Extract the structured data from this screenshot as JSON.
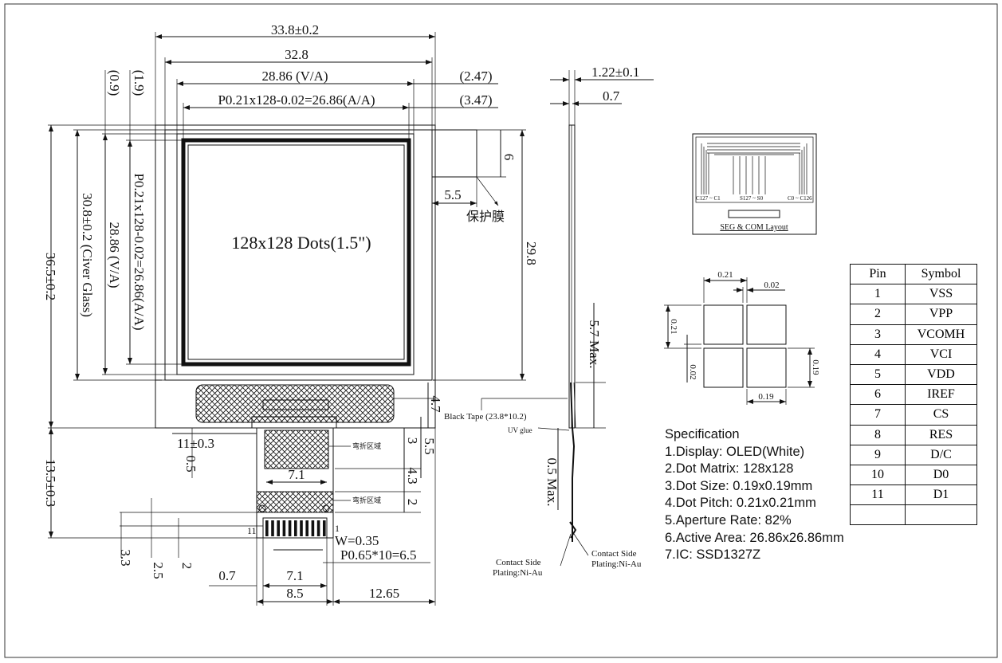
{
  "drawing": {
    "dims": {
      "w_total": "33.8±0.2",
      "w_glass": "32.8",
      "w_va": "28.86 (V/A)",
      "w_aa": "P0.21x128-0.02=26.86(A/A)",
      "r247": "(2.47)",
      "r347": "(3.47)",
      "l09": "(0.9)",
      "l19": "(1.9)",
      "h_total": "36.5±0.2",
      "h_glass": "30.8±0.2 (Civer Glass)",
      "h_va": "28.86 (V/A)",
      "h_aa": "P0.21x128-0.02=26.86(A/A)",
      "film_6": "6",
      "film_55": "5.5",
      "film_298": "29.8",
      "film_label": "保护膜",
      "center_label": "128x128 Dots(1.5\")",
      "d47": "4.7",
      "d3": "3",
      "d55": "5.5",
      "d43": "4.3",
      "d2": "2",
      "d11": "11±0.3",
      "d05": "0.5",
      "d135": "13.5±0.3",
      "d71a": "7.1",
      "bend1": "弯折区域",
      "bend2": "弯折区域",
      "pin11": "11",
      "pin1": "1",
      "w035": "W=0.35",
      "pitch": "P0.65*10=6.5",
      "d33": "3.3",
      "d25": "2.5",
      "d2b": "2",
      "d07": "0.7",
      "d71b": "7.1",
      "d85": "8.5",
      "d1265": "12.65",
      "side_122": "1.22±0.1",
      "side_07": "0.7",
      "side_57": "5.7 Max.",
      "side_05": "0.5 Max.",
      "black_tape": "Black Tape (23.8*10.2)",
      "uv_glue": "UV glue",
      "contact_left_1": "Contact Side",
      "contact_left_2": "Plating:Ni-Au",
      "contact_right_1": "Contact Side",
      "contact_right_2": "Plating:Ni-Au"
    },
    "layout_box": {
      "c_left": "C127 ~ C1",
      "s_mid": "S127 ~ S0",
      "c_right": "C0 ~ C126",
      "caption": "SEG & COM Layout"
    },
    "pixel_detail": {
      "d021_top": "0.21",
      "d002_top": "0.02",
      "d021_left": "0.21",
      "d002_left": "0.02",
      "d019_right": "0.19",
      "d019_bottom": "0.19"
    }
  },
  "specification": {
    "title": "Specification",
    "items": [
      "1.Display: OLED(White)",
      "2.Dot Matrix: 128x128",
      "3.Dot Size: 0.19x0.19mm",
      "4.Dot Pitch: 0.21x0.21mm",
      "5.Aperture Rate: 82%",
      "6.Active Area: 26.86x26.86mm",
      "7.IC: SSD1327Z"
    ]
  },
  "pin_table": {
    "headers": [
      "Pin",
      "Symbol"
    ],
    "rows": [
      [
        "1",
        "VSS"
      ],
      [
        "2",
        "VPP"
      ],
      [
        "3",
        "VCOMH"
      ],
      [
        "4",
        "VCI"
      ],
      [
        "5",
        "VDD"
      ],
      [
        "6",
        "IREF"
      ],
      [
        "7",
        "CS"
      ],
      [
        "8",
        "RES"
      ],
      [
        "9",
        "D/C"
      ],
      [
        "10",
        "D0"
      ],
      [
        "11",
        "D1"
      ],
      [
        "",
        ""
      ]
    ]
  }
}
